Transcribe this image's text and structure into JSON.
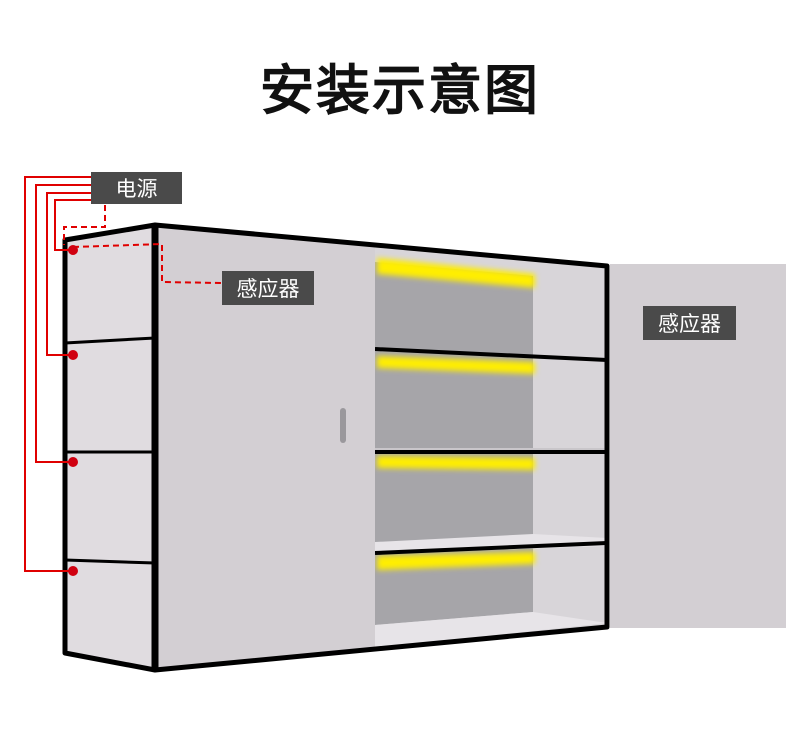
{
  "title": "安装示意图",
  "labels": {
    "power": "电源",
    "sensor_left": "感应器",
    "sensor_right": "感应器"
  },
  "colors": {
    "wire": "#e00000",
    "label_bg": "#4a4a4a",
    "light": "#ffee00",
    "outline": "#000000"
  }
}
